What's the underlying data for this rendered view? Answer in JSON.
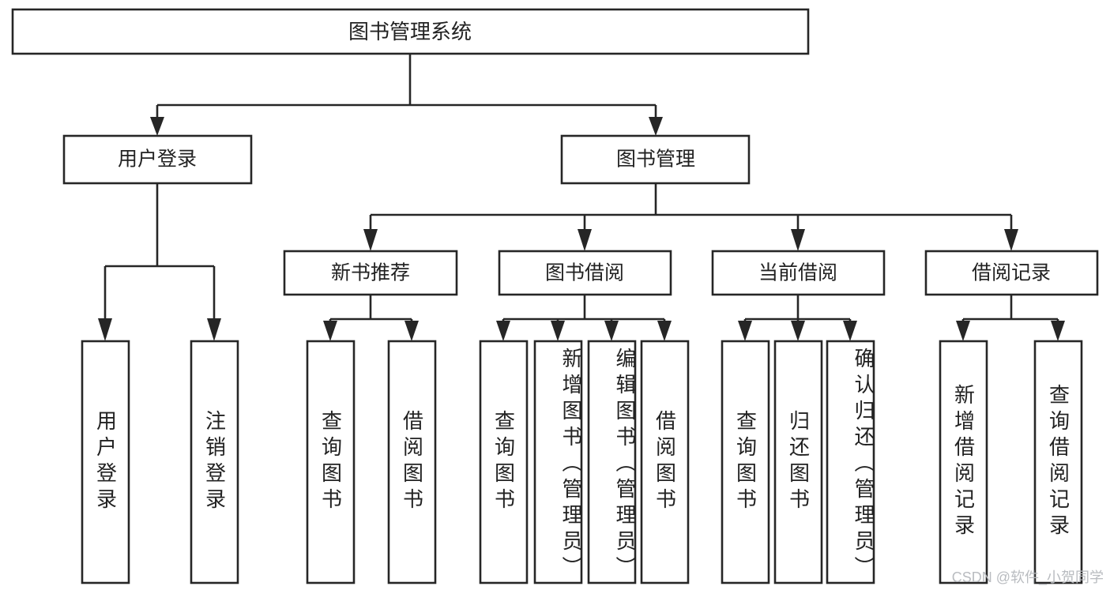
{
  "diagram": {
    "kind": "functional-structure-tree",
    "root": {
      "id": "root",
      "label": "图书管理系统"
    },
    "level2": [
      {
        "id": "user-login",
        "label": "用户登录"
      },
      {
        "id": "book-manage",
        "label": "图书管理"
      }
    ],
    "level3": [
      {
        "id": "new-book-recommend",
        "label": "新书推荐",
        "parent": "book-manage"
      },
      {
        "id": "book-borrow",
        "label": "图书借阅",
        "parent": "book-manage"
      },
      {
        "id": "current-borrow",
        "label": "当前借阅",
        "parent": "book-manage"
      },
      {
        "id": "borrow-record",
        "label": "借阅记录",
        "parent": "book-manage"
      }
    ],
    "leaves": {
      "user-login": [
        {
          "id": "leaf-user-login",
          "label": "用户登录"
        },
        {
          "id": "leaf-logout",
          "label": "注销登录"
        }
      ],
      "new-book-recommend": [
        {
          "id": "leaf-query-book-1",
          "label": "查询图书"
        },
        {
          "id": "leaf-borrow-book-1",
          "label": "借阅图书"
        }
      ],
      "book-borrow": [
        {
          "id": "leaf-query-book-2",
          "label": "查询图书"
        },
        {
          "id": "leaf-add-book",
          "label": "新增图书（管理员）"
        },
        {
          "id": "leaf-edit-book",
          "label": "编辑图书（管理员）"
        },
        {
          "id": "leaf-borrow-book-2",
          "label": "借阅图书"
        }
      ],
      "current-borrow": [
        {
          "id": "leaf-query-book-3",
          "label": "查询图书"
        },
        {
          "id": "leaf-return-book",
          "label": "归还图书"
        },
        {
          "id": "leaf-confirm-return",
          "label": "确认归还（管理员）"
        }
      ],
      "borrow-record": [
        {
          "id": "leaf-add-record",
          "label": "新增借阅记录"
        },
        {
          "id": "leaf-query-record",
          "label": "查询借阅记录"
        }
      ]
    }
  },
  "colors": {
    "stroke": "#262626",
    "box_fill": "#ffffff",
    "text": "#222222",
    "background": "#ffffff",
    "watermark": "#b9bcc0"
  },
  "watermark": {
    "text": "CSDN @软件_小贺同学"
  }
}
